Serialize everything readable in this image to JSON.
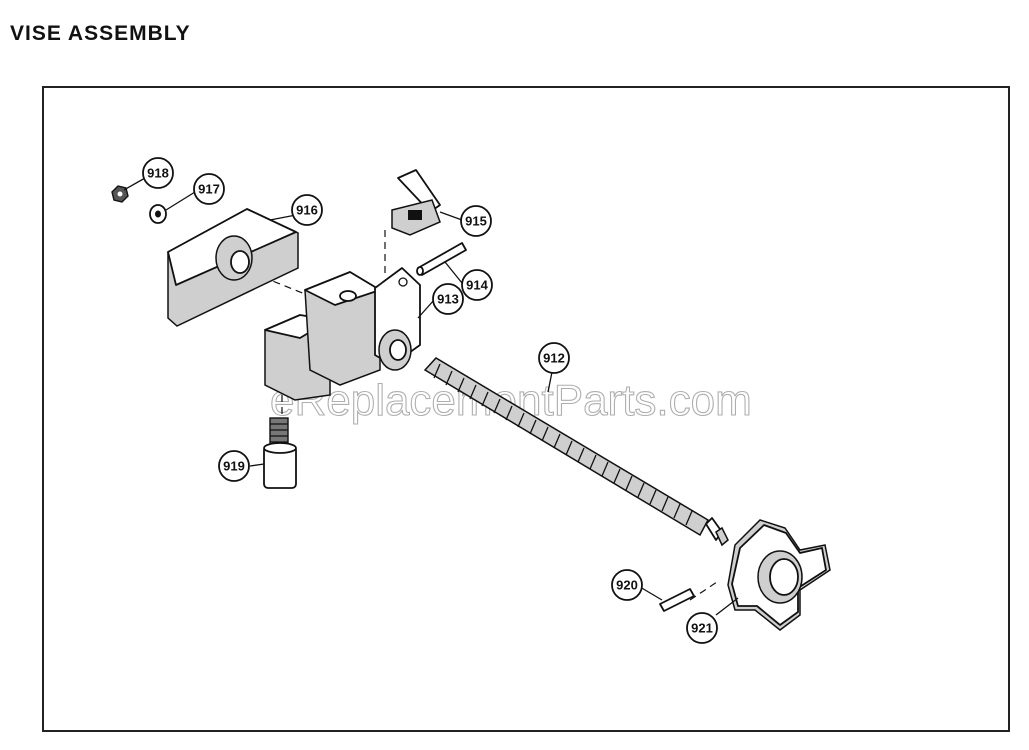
{
  "title": "VISE ASSEMBLY",
  "watermark": "eReplacementParts.com",
  "callouts": {
    "p912": "912",
    "p913": "913",
    "p914": "914",
    "p915": "915",
    "p916": "916",
    "p917": "917",
    "p918": "918",
    "p919": "919",
    "p920": "920",
    "p921": "921"
  }
}
